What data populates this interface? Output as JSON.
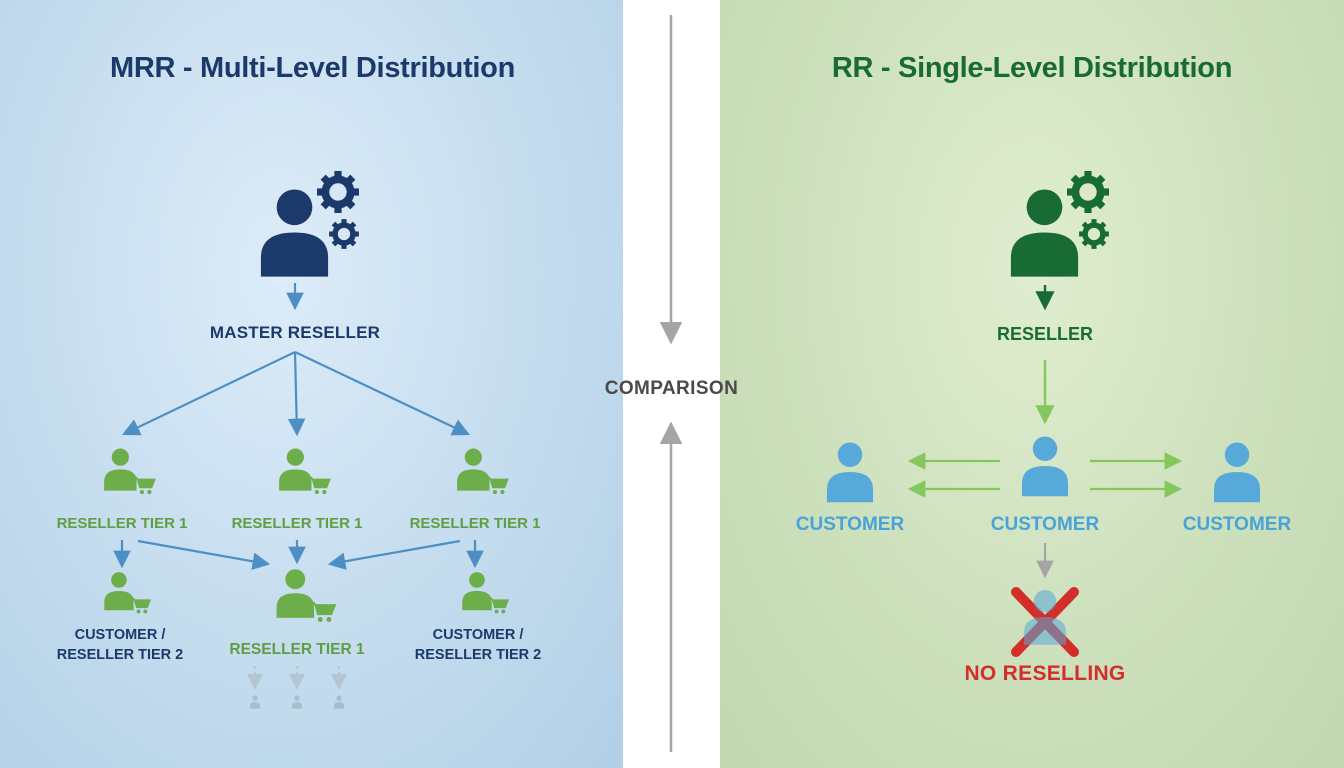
{
  "left_panel": {
    "title": "MRR - Multi-Level Distribution",
    "master_reseller_label": "MASTER RESELLER",
    "tier1_labels": [
      "RESELLER TIER 1",
      "RESELLER TIER 1",
      "RESELLER TIER 1"
    ],
    "tier2_left_label": "CUSTOMER /\nRESELLER TIER 2",
    "tier2_center_label": "RESELLER TIER 1",
    "tier2_right_label": "CUSTOMER /\nRESELLER TIER 2"
  },
  "divider": {
    "label": "COMPARISON"
  },
  "right_panel": {
    "title": "RR - Single-Level Distribution",
    "reseller_label": "RESELLER",
    "customer_labels": [
      "CUSTOMER",
      "CUSTOMER",
      "CUSTOMER"
    ],
    "no_reselling_label": "NO RESELLING"
  },
  "colors": {
    "navy": "#1b3a6b",
    "blue_arrow": "#4d8fc4",
    "green": "#6cae4a",
    "green_label": "#5f9e41",
    "dark_green": "#186b35",
    "light_green": "#84c75c",
    "customer_blue": "#57a9d9",
    "customer_label": "#49a3d8",
    "red": "#d22f2a",
    "gray": "#a5a5a5"
  }
}
